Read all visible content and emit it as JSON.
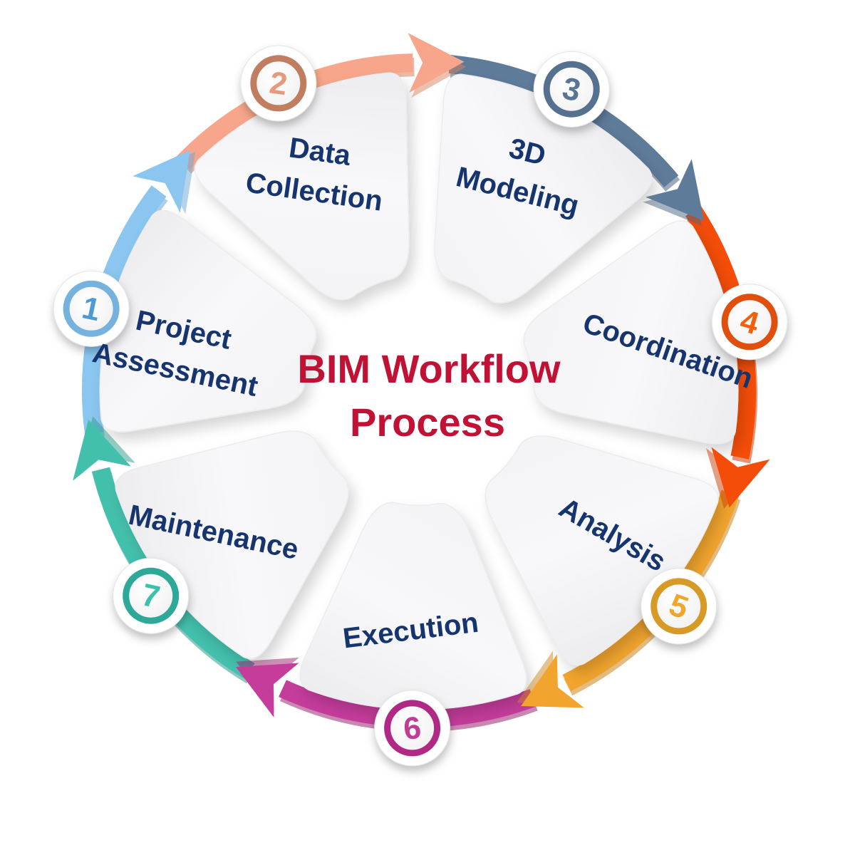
{
  "diagram": {
    "title_line1": "BIM Workflow",
    "title_line2": "Process",
    "title_color": "#C11236",
    "label_color": "#16356F",
    "step_count": "7"
  },
  "steps": [
    {
      "number": "1",
      "label_lines": [
        "Project",
        "Assessment"
      ],
      "arc_color": "#8AC6F0",
      "arc_shade_color": "#69A8D6",
      "ring_color": "#74B2DD",
      "number_color": "#4E9BD4"
    },
    {
      "number": "2",
      "label_lines": [
        "Data",
        "Collection"
      ],
      "arc_color": "#F7A68B",
      "arc_shade_color": "#D8825F",
      "ring_color": "#C07D5F",
      "number_color": "#E8997B"
    },
    {
      "number": "3",
      "label_lines": [
        "3D",
        "Modeling"
      ],
      "arc_color": "#5F7B9A",
      "arc_shade_color": "#4A647F",
      "ring_color": "#55718F",
      "number_color": "#5A7593"
    },
    {
      "number": "4",
      "label_lines": [
        "Coordination"
      ],
      "arc_color": "#F44D09",
      "arc_shade_color": "#C93F05",
      "ring_color": "#E0500E",
      "number_color": "#F2600F"
    },
    {
      "number": "5",
      "label_lines": [
        "Analysis"
      ],
      "arc_color": "#F2A52E",
      "arc_shade_color": "#CE851D",
      "ring_color": "#D89A25",
      "number_color": "#F0A62B"
    },
    {
      "number": "6",
      "label_lines": [
        "Execution"
      ],
      "arc_color": "#C53C9B",
      "arc_shade_color": "#9C2471",
      "ring_color": "#B02C85",
      "number_color": "#C13C95"
    },
    {
      "number": "7",
      "label_lines": [
        "Maintenance"
      ],
      "arc_color": "#43C0AC",
      "arc_shade_color": "#2B9A8B",
      "ring_color": "#2FA898",
      "number_color": "#3BC0AA"
    }
  ]
}
